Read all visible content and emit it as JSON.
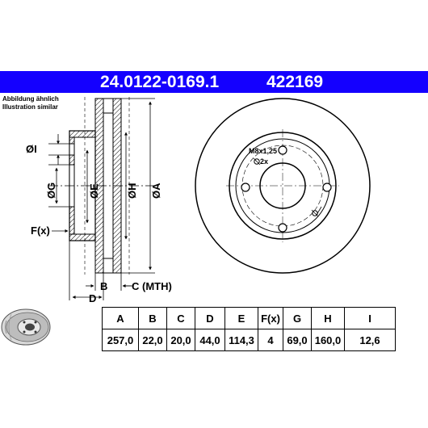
{
  "header": {
    "part_number": "24.0122-0169.1",
    "ref_number": "422169"
  },
  "captions": {
    "line1": "Abbildung ähnlich",
    "line2": "Illustration similar"
  },
  "drawing": {
    "label_I": "ØI",
    "label_G": "ØG",
    "label_E": "ØE",
    "label_H": "ØH",
    "label_A": "ØA",
    "label_F": "F(x)",
    "label_B": "B",
    "label_C": "C (MTH)",
    "label_D": "D",
    "thread_label": "M8x1,25",
    "thread_count": "2x"
  },
  "table": {
    "headers": [
      "A",
      "B",
      "C",
      "D",
      "E",
      "F(x)",
      "G",
      "H",
      "I"
    ],
    "values": [
      "257,0",
      "22,0",
      "20,0",
      "44,0",
      "114,3",
      "4",
      "69,0",
      "160,0",
      "12,6"
    ]
  }
}
